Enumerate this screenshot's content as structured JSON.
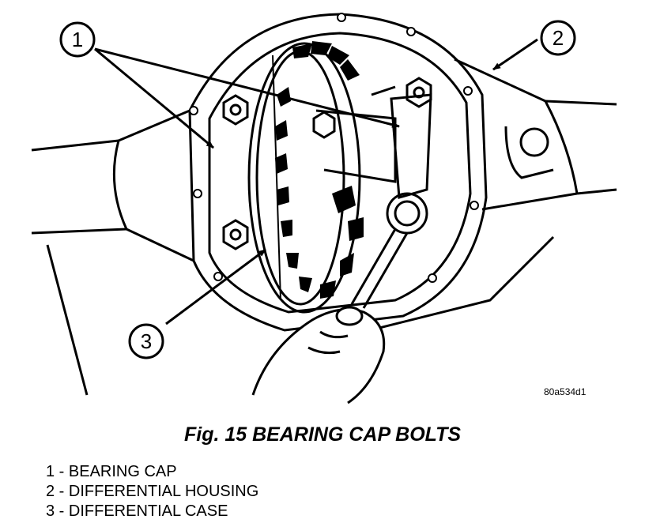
{
  "figure": {
    "reference_code": "80a534d1",
    "caption": "Fig. 15 BEARING CAP BOLTS"
  },
  "callouts": [
    {
      "number": "1",
      "label": "BEARING CAP"
    },
    {
      "number": "2",
      "label": "DIFFERENTIAL HOUSING"
    },
    {
      "number": "3",
      "label": "DIFFERENTIAL CASE"
    }
  ],
  "legend": [
    "1 - BEARING CAP",
    "2 - DIFFERENTIAL HOUSING",
    "3 - DIFFERENTIAL CASE"
  ]
}
